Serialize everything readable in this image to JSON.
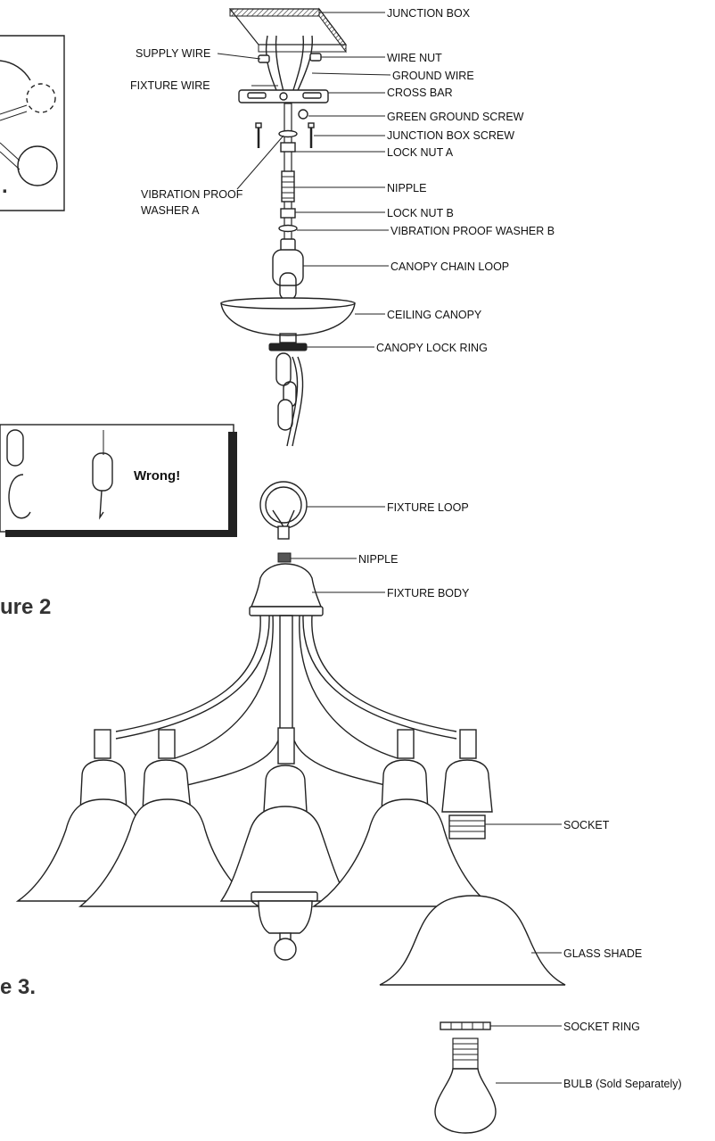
{
  "labels": {
    "junction_box": "JUNCTION BOX",
    "supply_wire": "SUPPLY WIRE",
    "wire_nut": "WIRE NUT",
    "ground_wire": "GROUND WIRE",
    "fixture_wire": "FIXTURE WIRE",
    "cross_bar": "CROSS BAR",
    "green_ground_screw": "GREEN GROUND SCREW",
    "junction_box_screw": "JUNCTION BOX SCREW",
    "lock_nut_a": "LOCK NUT A",
    "vibration_washer_a_line1": "VIBRATION PROOF",
    "vibration_washer_a_line2": "WASHER A",
    "nipple_top": "NIPPLE",
    "lock_nut_b": "LOCK NUT B",
    "vibration_washer_b": "VIBRATION PROOF WASHER B",
    "canopy_chain_loop": "CANOPY CHAIN LOOP",
    "ceiling_canopy": "CEILING CANOPY",
    "canopy_lock_ring": "CANOPY LOCK RING",
    "fixture_loop": "FIXTURE LOOP",
    "nipple_fixture": "NIPPLE",
    "fixture_body": "FIXTURE BODY",
    "socket": "SOCKET",
    "glass_shade": "GLASS SHADE",
    "socket_ring": "SOCKET RING",
    "bulb": "BULB (Sold Separately)"
  },
  "chain_note": {
    "wrong": "Wrong!"
  },
  "figure_captions": {
    "figure1_fragment": ".",
    "figure2_fragment": "ure 2",
    "figure3_fragment": "e 3."
  }
}
